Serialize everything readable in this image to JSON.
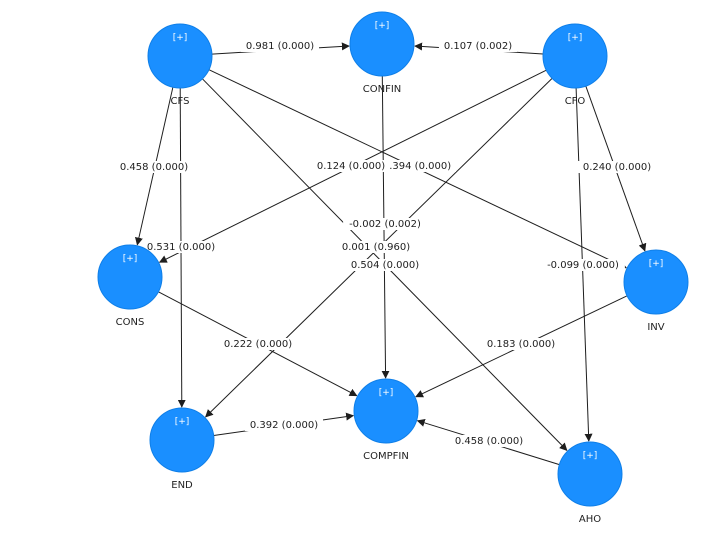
{
  "colors": {
    "node_fill": "#1a8fff",
    "edge": "#1e1e1e"
  },
  "nodes": [
    {
      "id": "CFS",
      "label": "CFS",
      "expand": "[+]"
    },
    {
      "id": "CONFIN",
      "label": "CONFIN",
      "expand": "[+]"
    },
    {
      "id": "CFO",
      "label": "CFO",
      "expand": "[+]"
    },
    {
      "id": "CONS",
      "label": "CONS",
      "expand": "[+]"
    },
    {
      "id": "INV",
      "label": "INV",
      "expand": "[+]"
    },
    {
      "id": "COMPFIN",
      "label": "COMPFIN",
      "expand": "[+]"
    },
    {
      "id": "END",
      "label": "END",
      "expand": "[+]"
    },
    {
      "id": "AHO",
      "label": "AHO",
      "expand": "[+]"
    }
  ],
  "edges": [
    {
      "from": "CFS",
      "to": "CONFIN",
      "label": "0.981 (0.000)"
    },
    {
      "from": "CFO",
      "to": "CONFIN",
      "label": "0.107 (0.002)"
    },
    {
      "from": "CFS",
      "to": "CONS",
      "label": "0.458 (0.000)"
    },
    {
      "from": "CFS",
      "to": "END",
      "label": "0.531 (0.000)"
    },
    {
      "from": "CFS",
      "to": "INV",
      "label": "0.394 (0.000)"
    },
    {
      "from": "CFS",
      "to": "AHO",
      "label": "0.001 (0.960)"
    },
    {
      "from": "CFO",
      "to": "CONS",
      "label": "0.124 (0.000)"
    },
    {
      "from": "CFO",
      "to": "INV",
      "label": "0.240 (0.000)"
    },
    {
      "from": "CFO",
      "to": "END",
      "label": "-0.002 (0.002)"
    },
    {
      "from": "CFO",
      "to": "AHO",
      "label": "-0.099 (0.000)"
    },
    {
      "from": "CONFIN",
      "to": "COMPFIN",
      "label": "0.504 (0.000)"
    },
    {
      "from": "CONS",
      "to": "COMPFIN",
      "label": "0.222 (0.000)"
    },
    {
      "from": "INV",
      "to": "COMPFIN",
      "label": "0.183 (0.000)"
    },
    {
      "from": "END",
      "to": "COMPFIN",
      "label": "0.392 (0.000)"
    },
    {
      "from": "AHO",
      "to": "COMPFIN",
      "label": "0.458 (0.000)"
    }
  ]
}
